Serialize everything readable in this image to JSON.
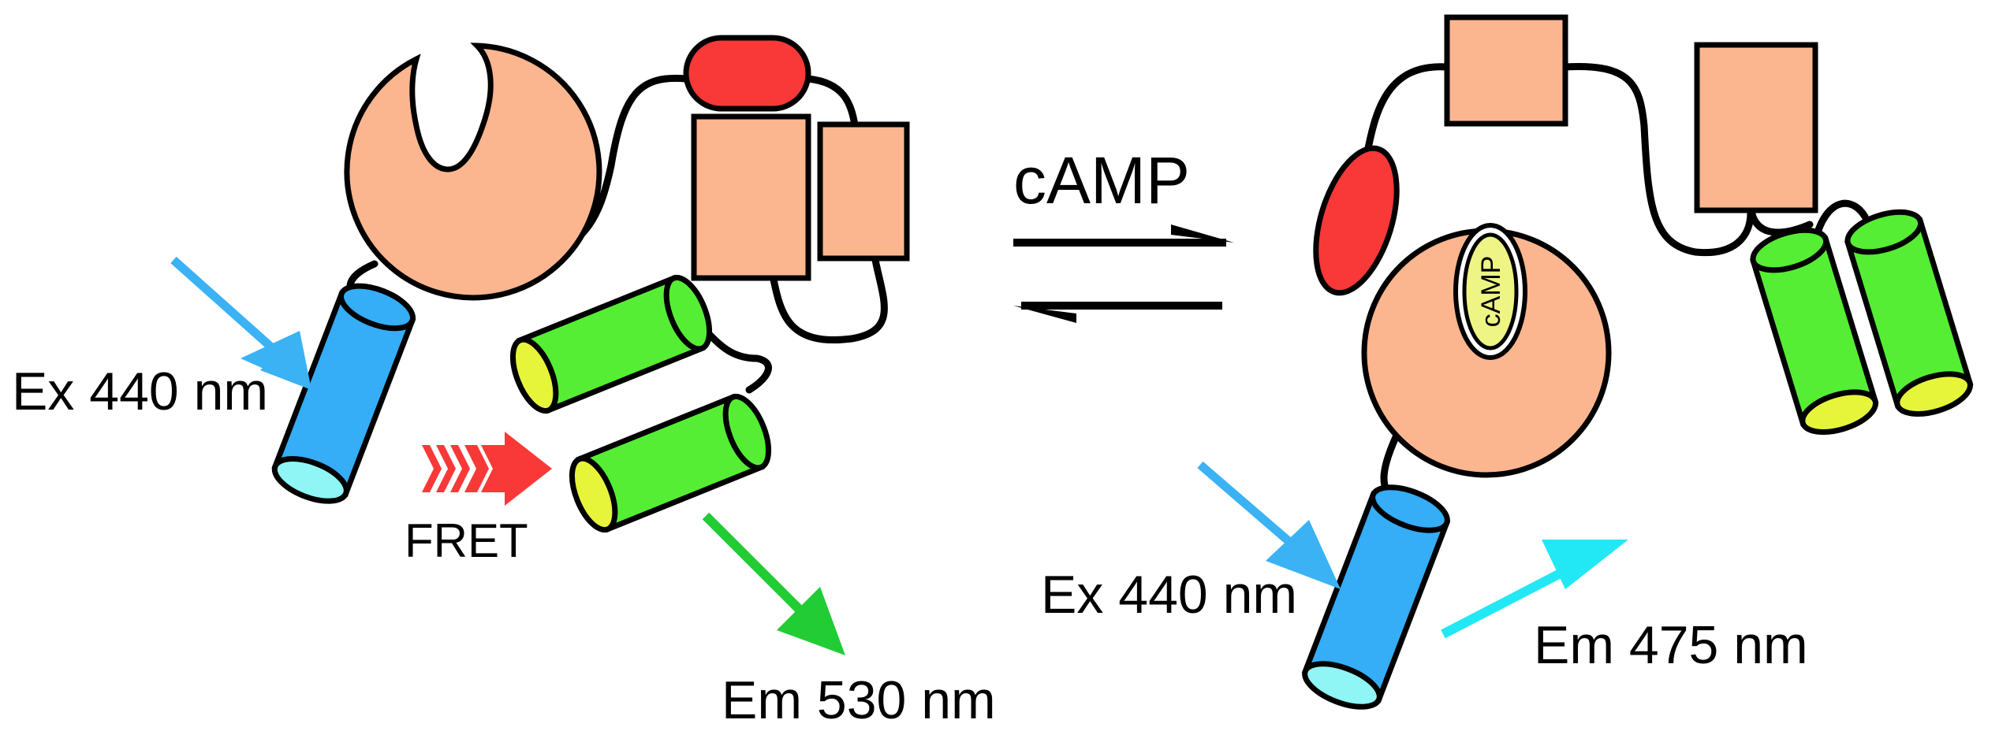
{
  "labels": {
    "left_ex": "Ex 440 nm",
    "fret": "FRET",
    "left_em": "Em 530 nm",
    "camp_arrow": "cAMP",
    "camp_bound": "cAMP",
    "right_ex": "Ex 440 nm",
    "right_em": "Em 475 nm"
  },
  "colors": {
    "domain_fill": "#fbb68f",
    "red_domain": "#f93838",
    "cfp_body": "#35adf7",
    "cfp_end": "#8ff5f5",
    "yfp_body": "#55ee34",
    "yfp_end": "#e7f53a",
    "excitation_arrow": "#3ab2f4",
    "fret_arrow": "#f93838",
    "yfp_emission_arrow": "#21cc35",
    "cfp_emission_arrow": "#21e8f4",
    "camp_ellipse": "#eef585"
  }
}
